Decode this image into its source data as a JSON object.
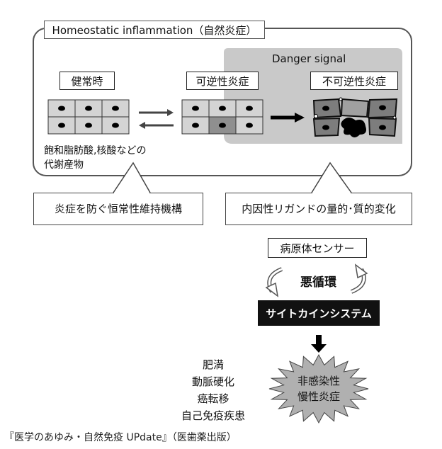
{
  "title": "Homeostatic inflammation（自然炎症）",
  "danger_signal": "Danger signal",
  "states": {
    "normal": "健常時",
    "reversible": "可逆性炎症",
    "irreversible": "不可逆性炎症"
  },
  "metabolites": {
    "line1": "飽和脂肪酸,核酸などの",
    "line2": "代謝産物"
  },
  "callouts": {
    "left": "炎症を防ぐ恒常性維持機構",
    "right": "内因性リガンドの量的･質的変化"
  },
  "sensor": "病原体センサー",
  "vicious_cycle": "悪循環",
  "cytokine": "サイトカインシステム",
  "diseases": [
    "肥満",
    "動脈硬化",
    "癌転移",
    "自己免疫疾患"
  ],
  "chronic": {
    "line1": "非感染性",
    "line2": "慢性炎症"
  },
  "citation": "『医学のあゆみ・自然免疫 UPdate』（医歯薬出版）",
  "colors": {
    "danger_bg": "#c9c9c9",
    "cell_fill": "#d4d4d4",
    "cytokine_bg": "#111111"
  }
}
